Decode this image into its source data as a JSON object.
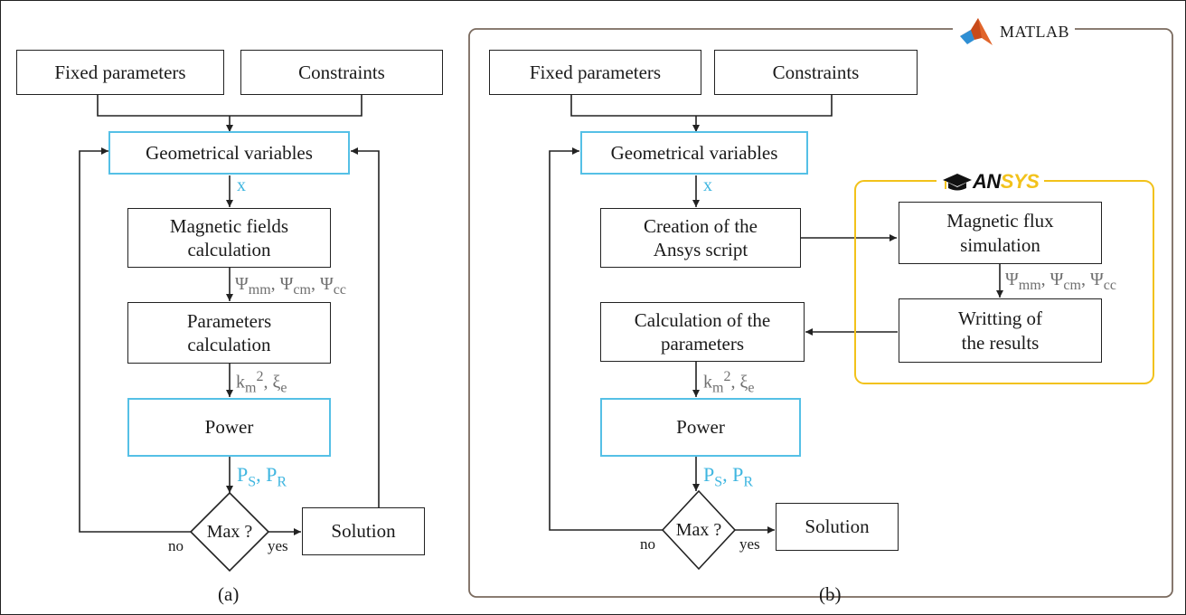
{
  "panel_a": {
    "fixed_parameters": "Fixed parameters",
    "constraints": "Constraints",
    "geometrical_variables": "Geometrical variables",
    "x_label": "x",
    "magnetic_fields": "Magnetic fields\ncalculation",
    "psi_prefix": "Ψ",
    "psi_mm": "mm",
    "psi_cm": "cm",
    "psi_cc": "cc",
    "parameters_calc": "Parameters\ncalculation",
    "k_base": "k",
    "k_sub": "m",
    "k_sup": "2",
    "xi_base": "ξ",
    "xi_sub": "e",
    "power": "Power",
    "p_base": "P",
    "p_s_sub": "S",
    "p_r_sub": "R",
    "max": "Max ?",
    "no": "no",
    "yes": "yes",
    "solution": "Solution",
    "caption": "(a)"
  },
  "panel_b": {
    "matlab": "MATLAB",
    "ansys": "ANSYS",
    "fixed_parameters": "Fixed parameters",
    "constraints": "Constraints",
    "geometrical_variables": "Geometrical variables",
    "x_label": "x",
    "creation_script": "Creation of the\nAnsys script",
    "magnetic_flux": "Magnetic flux\nsimulation",
    "psi_prefix": "Ψ",
    "psi_mm": "mm",
    "psi_cm": "cm",
    "psi_cc": "cc",
    "writting_results": "Writting of\nthe results",
    "calc_parameters": "Calculation of the\nparameters",
    "k_base": "k",
    "k_sub": "m",
    "k_sup": "2",
    "xi_base": "ξ",
    "xi_sub": "e",
    "power": "Power",
    "p_base": "P",
    "p_s_sub": "S",
    "p_r_sub": "R",
    "max": "Max ?",
    "no": "no",
    "yes": "yes",
    "solution": "Solution",
    "caption": "(b)"
  },
  "colors": {
    "cyan": "#55c0e6",
    "matlab_border": "#7a6a5e",
    "ansys_border": "#f2c21b",
    "gray_label": "#6f6f6f"
  }
}
